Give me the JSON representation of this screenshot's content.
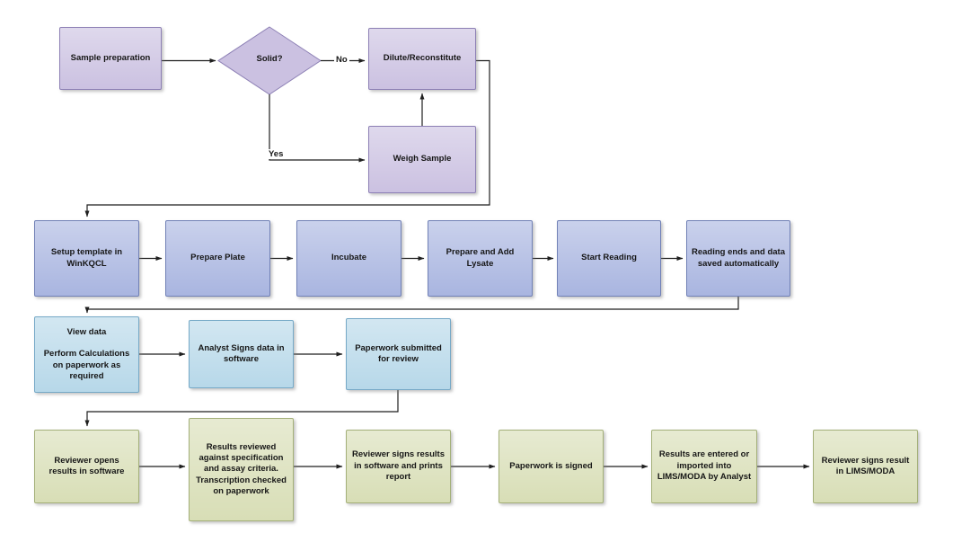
{
  "diagram": {
    "decision": {
      "label": "Solid?"
    },
    "edge_labels": {
      "no": "No",
      "yes": "Yes"
    },
    "row1": {
      "sample_preparation": "Sample preparation",
      "dilute_reconstitute": "Dilute/Reconstitute",
      "weigh_sample": "Weigh Sample"
    },
    "row2": [
      "Setup template in WinKQCL",
      "Prepare Plate",
      "Incubate",
      "Prepare and Add Lysate",
      "Start Reading",
      "Reading ends and data saved automatically"
    ],
    "row3": [
      "View data\n\nPerform Calculations on paperwork as required",
      "Analyst Signs data in software",
      "Paperwork submitted for review"
    ],
    "row4": [
      "Reviewer opens results in software",
      "Results reviewed against specification and assay criteria.\nTranscription checked on paperwork",
      "Reviewer signs results in software and prints report",
      "Paperwork is signed",
      "Results are entered or imported into LIMS/MODA by Analyst",
      "Reviewer signs result in LIMS/MODA"
    ]
  },
  "colors": {
    "purple_fill": "#cbc1e1",
    "purple_border": "#8d80b5",
    "blue_fill": "#a9b5e0",
    "blue_border": "#7181b6",
    "lightblue_fill": "#b7d8e9",
    "lightblue_border": "#76a9c7",
    "green_fill": "#d8deb6",
    "green_border": "#a4b079",
    "line": "#1f1f1f"
  }
}
